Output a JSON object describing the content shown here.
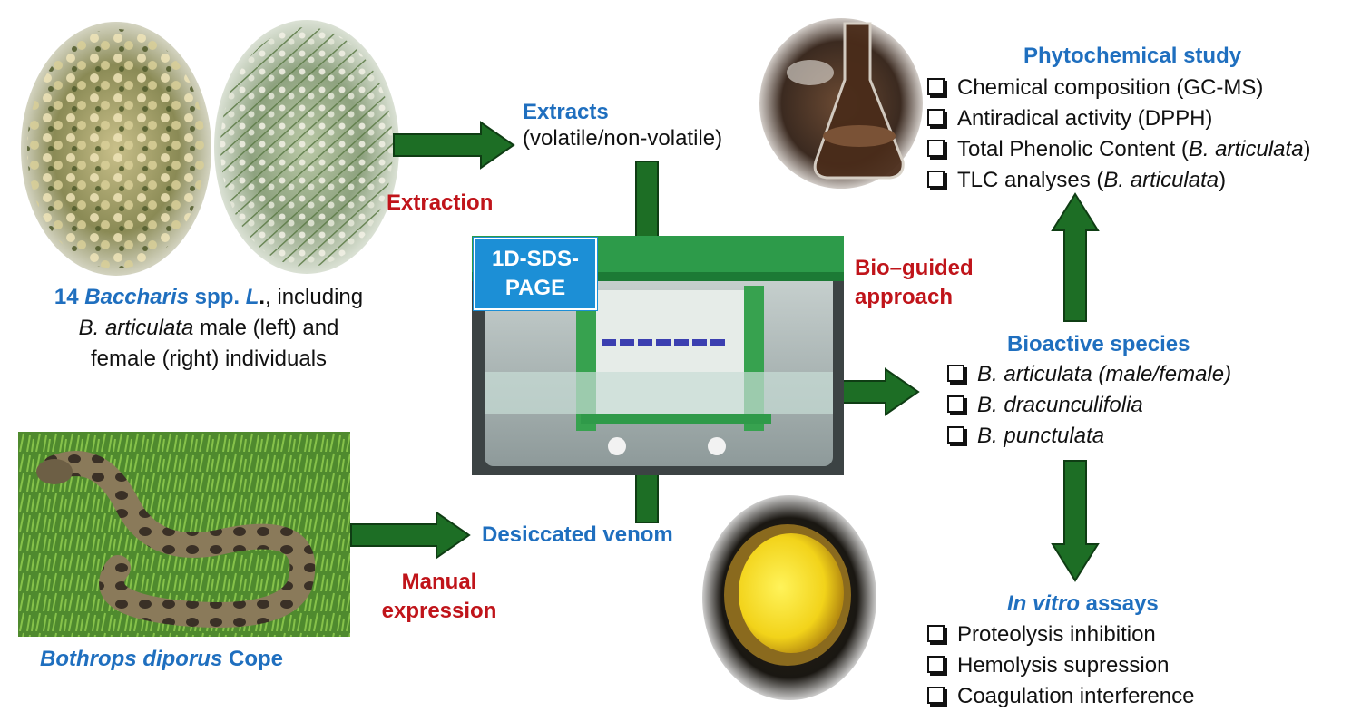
{
  "colors": {
    "heading_blue": "#1f6fbf",
    "label_red": "#c0141a",
    "arrow_green": "#1d6e25",
    "badge_blue": "#1c8fd6"
  },
  "plants": {
    "line1_number": "14 ",
    "line1_genus": "Baccharis",
    "line1_spp": " spp. ",
    "line1_author": "L",
    "line1_dot": ".",
    "line1_rest": ", including",
    "line2_italic": "B. articulata",
    "line2_rest": " male (left) and",
    "line3": "female (right) individuals"
  },
  "extraction_label": "Extraction",
  "extracts": {
    "title": "Extracts",
    "subtitle": "(volatile/non-volatile)"
  },
  "gel_badge": "1D-SDS-PAGE",
  "bioguided_label": "Bio–guided approach",
  "snake": {
    "caption_italic": "Bothrops diporus",
    "caption_rest": " Cope"
  },
  "manual_label": "Manual expression",
  "venom_label": "Desiccated venom",
  "phytochemical": {
    "title": "Phytochemical study",
    "items": [
      {
        "text": "Chemical composition (GC-MS)",
        "italic": "",
        "after": ""
      },
      {
        "text": "Antiradical activity (DPPH)",
        "italic": "",
        "after": ""
      },
      {
        "text": "Total Phenolic Content (",
        "italic": "B. articulata",
        "after": ")"
      },
      {
        "text": "TLC analyses (",
        "italic": "B. articulata",
        "after": ")"
      }
    ]
  },
  "bioactive": {
    "title": "Bioactive species",
    "items": [
      {
        "italic": "B. articulata (male/female)"
      },
      {
        "italic": "B. dracunculifolia"
      },
      {
        "italic": "B. punctulata"
      }
    ]
  },
  "invitro": {
    "title_italic": "In vitro",
    "title_rest": " assays",
    "items": [
      "Proteolysis inhibition",
      "Hemolysis supression",
      "Coagulation interference"
    ]
  }
}
